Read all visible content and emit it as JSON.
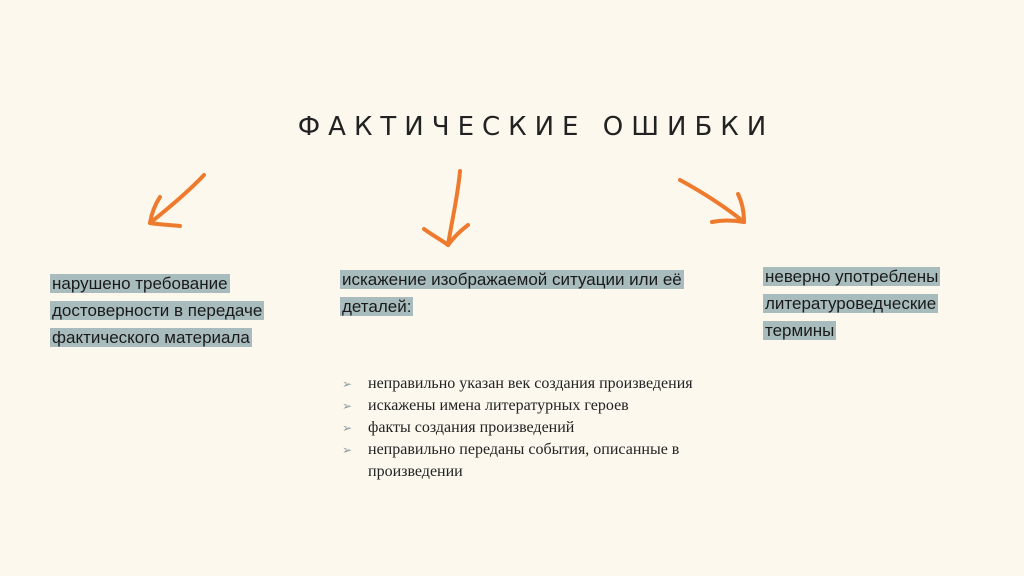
{
  "title": "ФАКТИЧЕСКИЕ ОШИБКИ",
  "colors": {
    "background": "#fcf8ee",
    "arrow": "#ee7b2d",
    "highlight": "#a9bcbd"
  },
  "categories": [
    {
      "text": "нарушено требование достоверности в передаче фактического материала"
    },
    {
      "text": "искажение изображаемой ситуации или её деталей:"
    },
    {
      "text": "неверно употреблены литературоведческие термины"
    }
  ],
  "bullets": [
    "неправильно указан век создания произведения",
    "искажены имена литературных героев",
    "факты создания произведений",
    "неправильно переданы события, описанные в произведении"
  ],
  "bullet_marker": "➢"
}
